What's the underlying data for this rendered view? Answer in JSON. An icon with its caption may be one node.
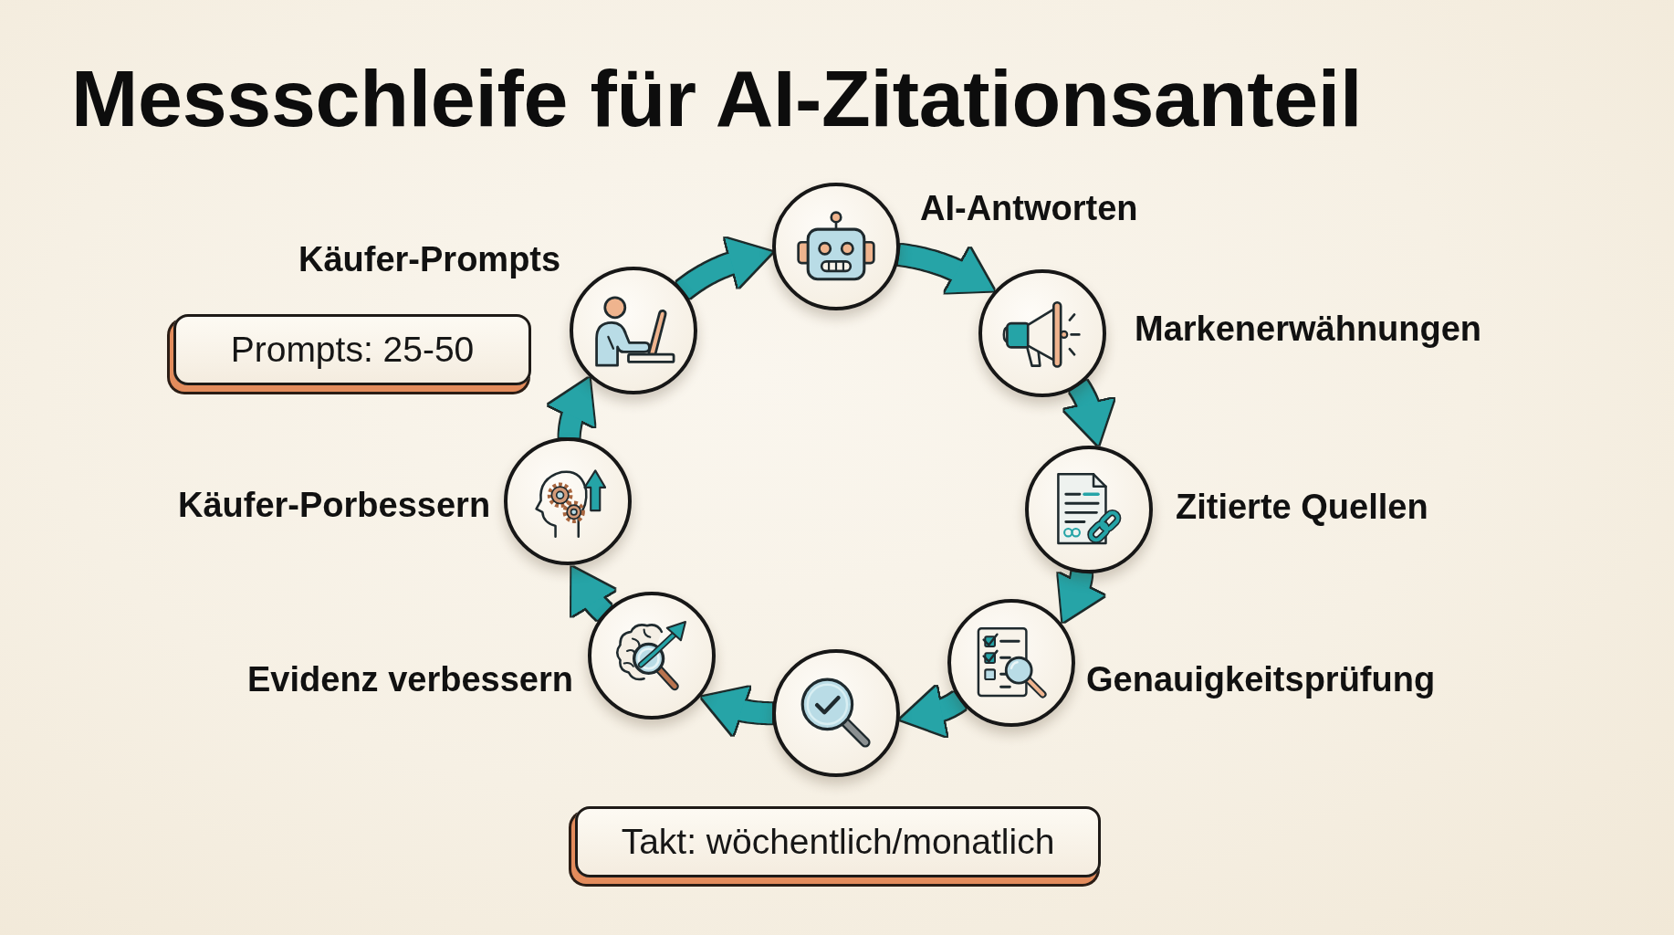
{
  "diagram": {
    "title": "Messschleife für AI-Zitationsanteil",
    "nodes": [
      {
        "text": [],
        "shape": "circle",
        "beside": [
          "Käufer-Prompts"
        ]
      },
      {
        "text": [
          "Prompts: 25-50"
        ]
      },
      {
        "text": [],
        "shape": "circle",
        "beside": [
          "AI-Antworten"
        ]
      },
      {
        "text": [],
        "shape": "circle",
        "beside": [
          "Markenerwähnungen"
        ]
      },
      {
        "text": [],
        "shape": "circle",
        "beside": [
          "Zitierte Quellen"
        ]
      },
      {
        "text": [],
        "shape": "circle",
        "beside": [
          "Genauigkeitsprüfung"
        ]
      },
      {
        "text": [],
        "shape": "circle"
      },
      {
        "text": [],
        "shape": "circle",
        "beside": [
          "Evidenz verbessern"
        ]
      },
      {
        "text": [],
        "shape": "circle",
        "beside": [
          "Käufer-Porbessern"
        ]
      },
      {
        "text": [
          "Takt: wöchentlich/monatlich"
        ]
      }
    ],
    "edges": [
      {
        "from": 0,
        "to": 2,
        "arrow": "to"
      },
      {
        "from": 2,
        "to": 3,
        "arrow": "to"
      },
      {
        "from": 3,
        "to": 4,
        "arrow": "to"
      },
      {
        "from": 4,
        "to": 5,
        "arrow": "to"
      },
      {
        "from": 5,
        "to": 6,
        "arrow": "to"
      },
      {
        "from": 6,
        "to": 7,
        "arrow": "to"
      },
      {
        "from": 7,
        "to": 8,
        "arrow": "to"
      },
      {
        "from": 8,
        "to": 0,
        "arrow": "to"
      }
    ]
  }
}
